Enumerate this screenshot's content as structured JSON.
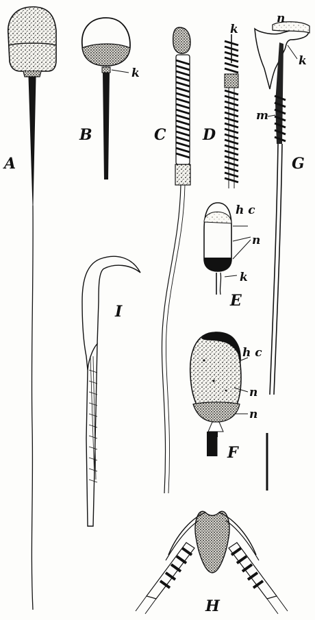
{
  "figure": {
    "labels": {
      "A": "A",
      "B": "B",
      "C": "C",
      "D": "D",
      "E": "E",
      "F": "F",
      "G": "G",
      "H": "H",
      "I": "I"
    },
    "annotations": {
      "k_B": "k",
      "k_D": "k",
      "k_E": "k",
      "k_G": "k",
      "n_G": "n",
      "m_G": "m",
      "hc_E": "h c",
      "n_E": "n",
      "hc_F": "h c",
      "n_F1": "n",
      "n_F2": "n"
    }
  }
}
